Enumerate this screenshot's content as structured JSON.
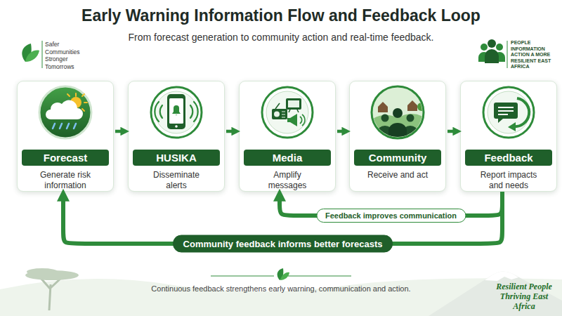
{
  "diagram": {
    "title": "Early Warning Information Flow and Feedback Loop",
    "caption": "Continuous feedback strengthens early warning, communication and action.",
    "nodes": [
      {
        "text": [
          "Forecast",
          "Generate risk information"
        ]
      },
      {
        "text": [
          "HUSIKA",
          "Disseminate alerts"
        ]
      },
      {
        "text": [
          "Media",
          "Amplify messages"
        ]
      },
      {
        "text": [
          "Community",
          "Receive and act"
        ]
      },
      {
        "text": [
          "Feedback",
          "Report impacts and needs"
        ]
      }
    ],
    "edges": [
      {
        "from": 0,
        "to": 1,
        "arrow": "to"
      },
      {
        "from": 1,
        "to": 2,
        "arrow": "to"
      },
      {
        "from": 2,
        "to": 3,
        "arrow": "to"
      },
      {
        "from": 3,
        "to": 4,
        "arrow": "to"
      },
      {
        "from": 4,
        "to": 2,
        "label": "Feedback improves communication",
        "arrow": "to"
      },
      {
        "from": 4,
        "to": 0,
        "label": "Community feedback informs better forecasts",
        "arrow": "to"
      }
    ],
    "labels": [
      "From forecast generation to community action and real-time feedback.",
      "Safer Communities Stronger Tomorrows",
      "PEOPLE INFORMATION ACTION A MORE RESILIENT EAST AFRICA",
      "Resilient People Thriving East Africa"
    ]
  }
}
